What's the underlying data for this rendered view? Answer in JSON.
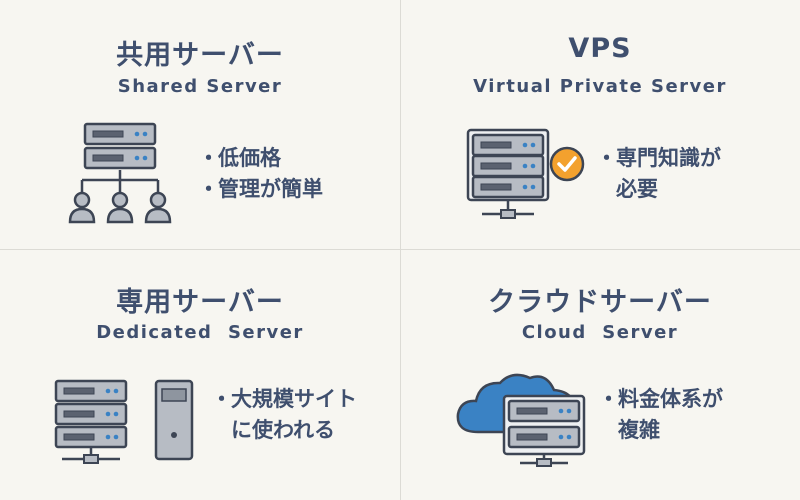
{
  "colors": {
    "background": "#f7f6f1",
    "text": "#3f4f6e",
    "server_fill": "#b7bcc4",
    "server_stroke": "#3d4554",
    "cloud": "#3a82c4",
    "check_badge": "#f3a12e"
  },
  "quadrants": {
    "shared": {
      "title": "共用サーバー",
      "subtitle": "Shared Server",
      "bullets": [
        "低価格",
        "管理が簡単"
      ],
      "icon": "shared-server-icon"
    },
    "vps": {
      "title": "VPS",
      "subtitle": "Virtual Private Server",
      "bullets": [
        "専門知識が",
        "必要"
      ],
      "bullet_continuation": [
        false,
        true
      ],
      "icon": "vps-server-check-icon"
    },
    "dedicated": {
      "title": "専用サーバー",
      "subtitle": "Dedicated  Server",
      "bullets": [
        "大規模サイト",
        "に使われる"
      ],
      "bullet_continuation": [
        false,
        true
      ],
      "icon": "dedicated-server-icon"
    },
    "cloud": {
      "title": "クラウドサーバー",
      "subtitle": "Cloud  Server",
      "bullets": [
        "料金体系が",
        "複雑"
      ],
      "bullet_continuation": [
        false,
        true
      ],
      "icon": "cloud-server-icon"
    }
  }
}
